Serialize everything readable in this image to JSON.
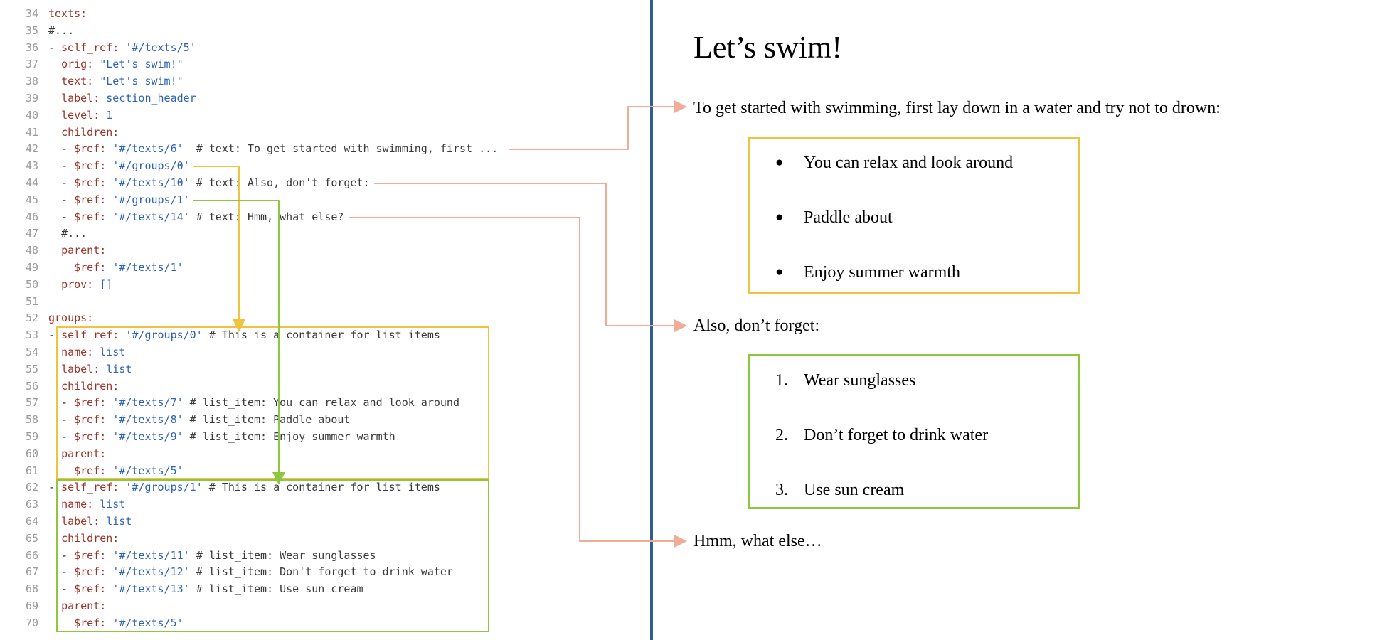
{
  "colors": {
    "key": "#9c3328",
    "string": "#2e62b8",
    "comment": "#3a3a3a",
    "plain": "#222222",
    "line_number": "#9a9a9a",
    "divider": "#2f5f8f",
    "arrow_salmon": "#efad96",
    "box_yellow": "#eec43e",
    "box_green": "#8dc63f"
  },
  "code": {
    "lines": [
      {
        "n": 34,
        "parts": [
          [
            "k",
            "texts:"
          ]
        ]
      },
      {
        "n": 35,
        "parts": [
          [
            "c",
            "#..."
          ]
        ]
      },
      {
        "n": 36,
        "parts": [
          [
            "p",
            "- "
          ],
          [
            "k",
            "self_ref:"
          ],
          [
            "p",
            " "
          ],
          [
            "s",
            "'#/texts/5'"
          ]
        ]
      },
      {
        "n": 37,
        "parts": [
          [
            "p",
            "  "
          ],
          [
            "k",
            "orig:"
          ],
          [
            "p",
            " "
          ],
          [
            "s",
            "\"Let's swim!\""
          ]
        ]
      },
      {
        "n": 38,
        "parts": [
          [
            "p",
            "  "
          ],
          [
            "k",
            "text:"
          ],
          [
            "p",
            " "
          ],
          [
            "s",
            "\"Let's swim!\""
          ]
        ]
      },
      {
        "n": 39,
        "parts": [
          [
            "p",
            "  "
          ],
          [
            "k",
            "label:"
          ],
          [
            "p",
            " "
          ],
          [
            "s",
            "section_header"
          ]
        ]
      },
      {
        "n": 40,
        "parts": [
          [
            "p",
            "  "
          ],
          [
            "k",
            "level:"
          ],
          [
            "p",
            " "
          ],
          [
            "n",
            "1"
          ]
        ]
      },
      {
        "n": 41,
        "parts": [
          [
            "p",
            "  "
          ],
          [
            "k",
            "children:"
          ]
        ]
      },
      {
        "n": 42,
        "parts": [
          [
            "p",
            "  - "
          ],
          [
            "k",
            "$ref:"
          ],
          [
            "p",
            " "
          ],
          [
            "s",
            "'#/texts/6'"
          ],
          [
            "c",
            "  # text: To get started with swimming, first ..."
          ]
        ]
      },
      {
        "n": 43,
        "parts": [
          [
            "p",
            "  - "
          ],
          [
            "k",
            "$ref:"
          ],
          [
            "p",
            " "
          ],
          [
            "s",
            "'#/groups/0'"
          ]
        ]
      },
      {
        "n": 44,
        "parts": [
          [
            "p",
            "  - "
          ],
          [
            "k",
            "$ref:"
          ],
          [
            "p",
            " "
          ],
          [
            "s",
            "'#/texts/10'"
          ],
          [
            "c",
            " # text: Also, don't forget:"
          ]
        ]
      },
      {
        "n": 45,
        "parts": [
          [
            "p",
            "  - "
          ],
          [
            "k",
            "$ref:"
          ],
          [
            "p",
            " "
          ],
          [
            "s",
            "'#/groups/1'"
          ]
        ]
      },
      {
        "n": 46,
        "parts": [
          [
            "p",
            "  - "
          ],
          [
            "k",
            "$ref:"
          ],
          [
            "p",
            " "
          ],
          [
            "s",
            "'#/texts/14'"
          ],
          [
            "c",
            " # text: Hmm, what else?"
          ]
        ]
      },
      {
        "n": 47,
        "parts": [
          [
            "p",
            "  "
          ],
          [
            "c",
            "#..."
          ]
        ]
      },
      {
        "n": 48,
        "parts": [
          [
            "p",
            "  "
          ],
          [
            "k",
            "parent:"
          ]
        ]
      },
      {
        "n": 49,
        "parts": [
          [
            "p",
            "    "
          ],
          [
            "k",
            "$ref:"
          ],
          [
            "p",
            " "
          ],
          [
            "s",
            "'#/texts/1'"
          ]
        ]
      },
      {
        "n": 50,
        "parts": [
          [
            "p",
            "  "
          ],
          [
            "k",
            "prov:"
          ],
          [
            "p",
            " "
          ],
          [
            "n",
            "[]"
          ]
        ]
      },
      {
        "n": 51,
        "parts": []
      },
      {
        "n": 52,
        "parts": [
          [
            "k",
            "groups:"
          ]
        ]
      },
      {
        "n": 53,
        "parts": [
          [
            "p",
            "- "
          ],
          [
            "k",
            "self_ref:"
          ],
          [
            "p",
            " "
          ],
          [
            "s",
            "'#/groups/0'"
          ],
          [
            "c",
            " # This is a container for list items"
          ]
        ]
      },
      {
        "n": 54,
        "parts": [
          [
            "p",
            "  "
          ],
          [
            "k",
            "name:"
          ],
          [
            "p",
            " "
          ],
          [
            "s",
            "list"
          ]
        ]
      },
      {
        "n": 55,
        "parts": [
          [
            "p",
            "  "
          ],
          [
            "k",
            "label:"
          ],
          [
            "p",
            " "
          ],
          [
            "s",
            "list"
          ]
        ]
      },
      {
        "n": 56,
        "parts": [
          [
            "p",
            "  "
          ],
          [
            "k",
            "children:"
          ]
        ]
      },
      {
        "n": 57,
        "parts": [
          [
            "p",
            "  - "
          ],
          [
            "k",
            "$ref:"
          ],
          [
            "p",
            " "
          ],
          [
            "s",
            "'#/texts/7'"
          ],
          [
            "c",
            " # list_item: You can relax and look around"
          ]
        ]
      },
      {
        "n": 58,
        "parts": [
          [
            "p",
            "  - "
          ],
          [
            "k",
            "$ref:"
          ],
          [
            "p",
            " "
          ],
          [
            "s",
            "'#/texts/8'"
          ],
          [
            "c",
            " # list_item: Paddle about"
          ]
        ]
      },
      {
        "n": 59,
        "parts": [
          [
            "p",
            "  - "
          ],
          [
            "k",
            "$ref:"
          ],
          [
            "p",
            " "
          ],
          [
            "s",
            "'#/texts/9'"
          ],
          [
            "c",
            " # list_item: Enjoy summer warmth"
          ]
        ]
      },
      {
        "n": 60,
        "parts": [
          [
            "p",
            "  "
          ],
          [
            "k",
            "parent:"
          ]
        ]
      },
      {
        "n": 61,
        "parts": [
          [
            "p",
            "    "
          ],
          [
            "k",
            "$ref:"
          ],
          [
            "p",
            " "
          ],
          [
            "s",
            "'#/texts/5'"
          ]
        ]
      },
      {
        "n": 62,
        "parts": [
          [
            "p",
            "- "
          ],
          [
            "k",
            "self_ref:"
          ],
          [
            "p",
            " "
          ],
          [
            "s",
            "'#/groups/1'"
          ],
          [
            "c",
            " # This is a container for list items"
          ]
        ]
      },
      {
        "n": 63,
        "parts": [
          [
            "p",
            "  "
          ],
          [
            "k",
            "name:"
          ],
          [
            "p",
            " "
          ],
          [
            "s",
            "list"
          ]
        ]
      },
      {
        "n": 64,
        "parts": [
          [
            "p",
            "  "
          ],
          [
            "k",
            "label:"
          ],
          [
            "p",
            " "
          ],
          [
            "s",
            "list"
          ]
        ]
      },
      {
        "n": 65,
        "parts": [
          [
            "p",
            "  "
          ],
          [
            "k",
            "children:"
          ]
        ]
      },
      {
        "n": 66,
        "parts": [
          [
            "p",
            "  - "
          ],
          [
            "k",
            "$ref:"
          ],
          [
            "p",
            " "
          ],
          [
            "s",
            "'#/texts/11'"
          ],
          [
            "c",
            " # list_item: Wear sunglasses"
          ]
        ]
      },
      {
        "n": 67,
        "parts": [
          [
            "p",
            "  - "
          ],
          [
            "k",
            "$ref:"
          ],
          [
            "p",
            " "
          ],
          [
            "s",
            "'#/texts/12'"
          ],
          [
            "c",
            " # list_item: Don't forget to drink water"
          ]
        ]
      },
      {
        "n": 68,
        "parts": [
          [
            "p",
            "  - "
          ],
          [
            "k",
            "$ref:"
          ],
          [
            "p",
            " "
          ],
          [
            "s",
            "'#/texts/13'"
          ],
          [
            "c",
            " # list_item: Use sun cream"
          ]
        ]
      },
      {
        "n": 69,
        "parts": [
          [
            "p",
            "  "
          ],
          [
            "k",
            "parent:"
          ]
        ]
      },
      {
        "n": 70,
        "parts": [
          [
            "p",
            "    "
          ],
          [
            "k",
            "$ref:"
          ],
          [
            "p",
            " "
          ],
          [
            "s",
            "'#/texts/5'"
          ]
        ]
      }
    ]
  },
  "document": {
    "title": "Let’s swim!",
    "intro": "To get started with swimming, first lay down in a water and try not to drown:",
    "bullet_glyph": "●",
    "bullet_list": [
      "You can relax and look around",
      "Paddle about",
      "Enjoy summer warmth"
    ],
    "also_text": "Also, don’t forget:",
    "numbered_list": [
      {
        "num": "1.",
        "text": "Wear sunglasses"
      },
      {
        "num": "2.",
        "text": "Don’t forget to drink water"
      },
      {
        "num": "3.",
        "text": "Use sun cream"
      }
    ],
    "outro": "Hmm, what else…"
  }
}
